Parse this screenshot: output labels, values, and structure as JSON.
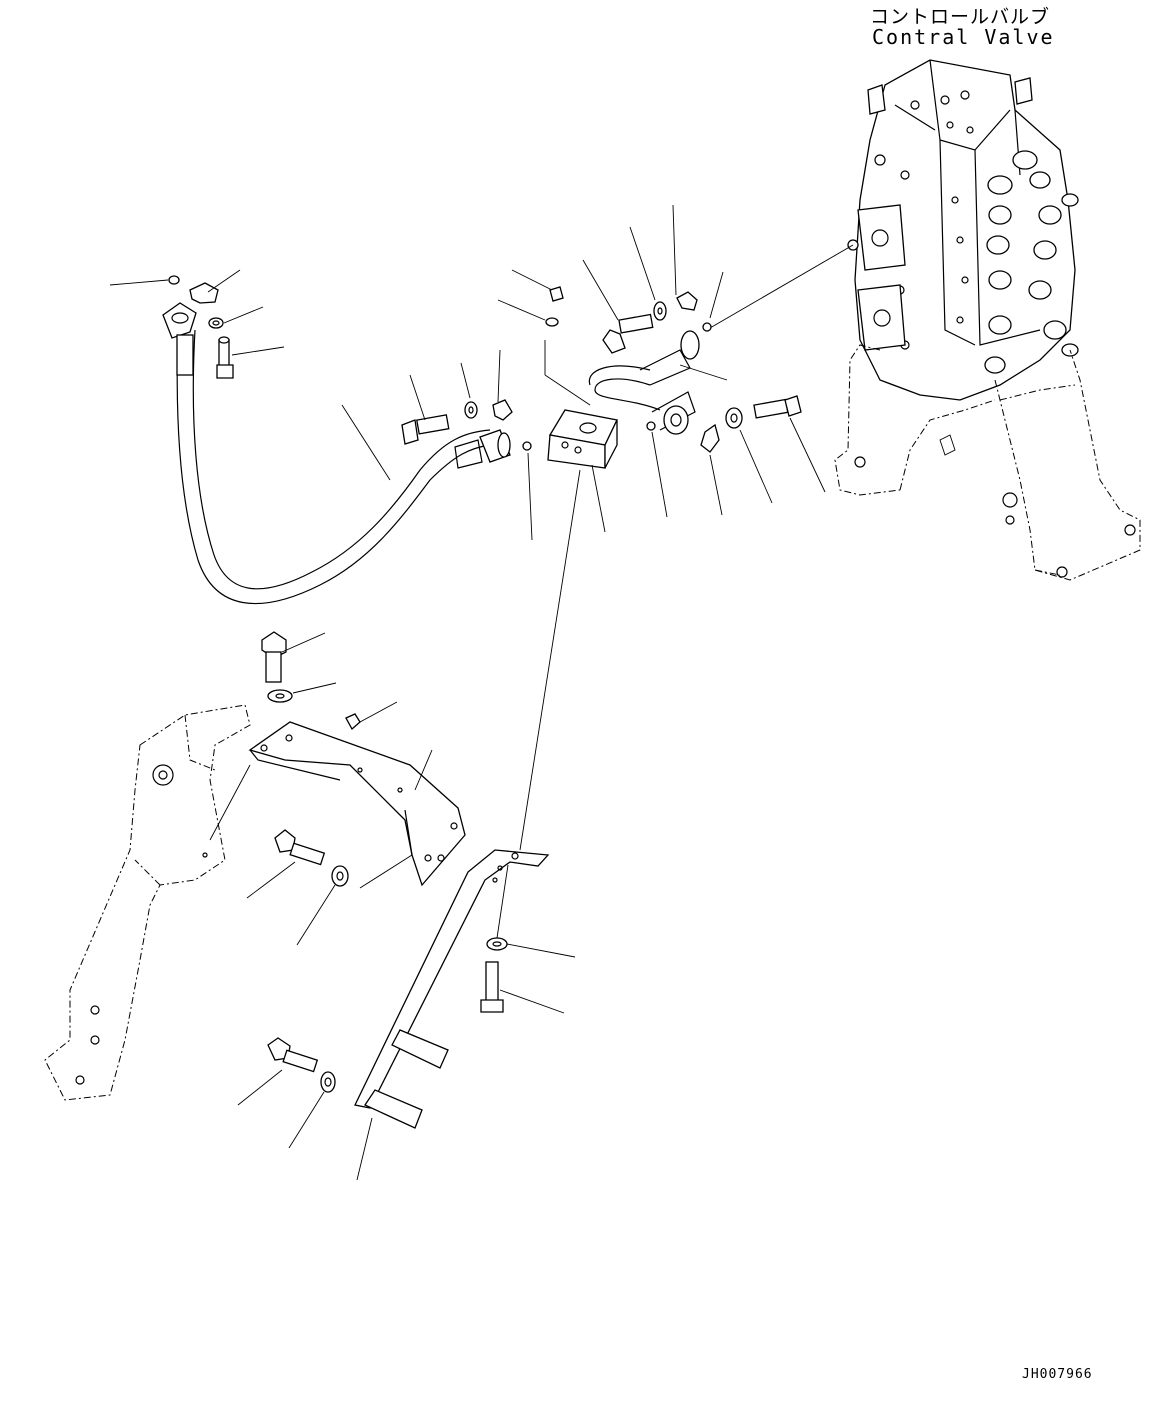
{
  "labels": {
    "control_valve_jp": "コントロールバルブ",
    "control_valve_en": "Contral Valve",
    "reference_code": "JH007966"
  }
}
